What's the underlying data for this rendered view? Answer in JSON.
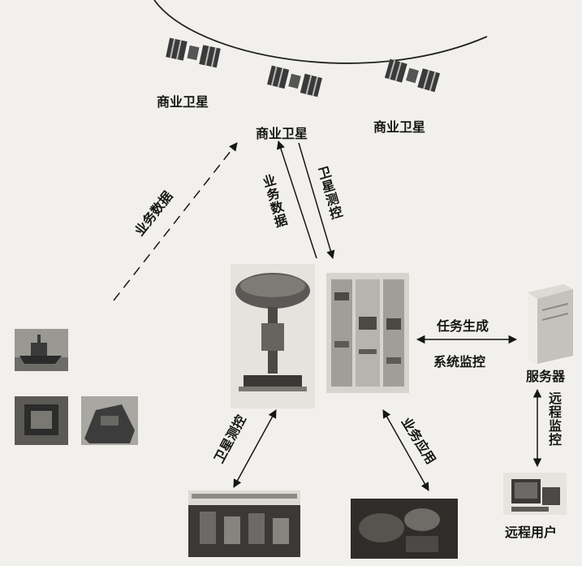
{
  "satellites": {
    "left_label": "商业卫星",
    "center_label": "商业卫星",
    "right_label": "商业卫星"
  },
  "links": {
    "service_data_diagonal": "业务数据",
    "service_data_vertical": "业务数据",
    "sat_telemetry_up": "卫星测控",
    "task_generation": "任务生成",
    "system_monitoring": "系统监控",
    "sat_telemetry_down": "卫星测控",
    "business_application": "业务应用",
    "remote_monitoring": "远程监控"
  },
  "nodes": {
    "server": "服务器",
    "remote_user": "远程用户"
  },
  "colors": {
    "background": "#f1f0ec",
    "ink": "#161616",
    "panel_gray": "#8c8a84"
  }
}
